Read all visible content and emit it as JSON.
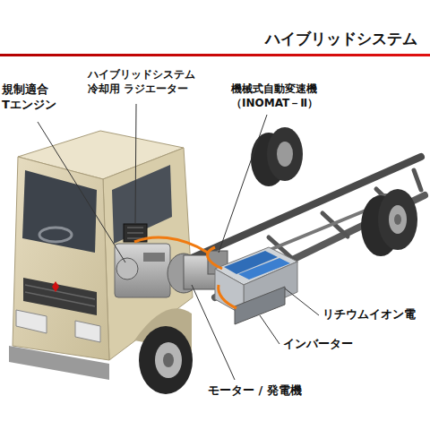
{
  "diagram": {
    "title": "ハイブリッドシステム",
    "labels": [
      "規制適合 Tエンジン",
      "ハイブリッドシステム 冷却用 ラジエーター",
      "機械式自動変速機 （INOMAT－Ⅱ）",
      "リチウムイオン電",
      "インバーター",
      "モーター / 発電機"
    ]
  }
}
